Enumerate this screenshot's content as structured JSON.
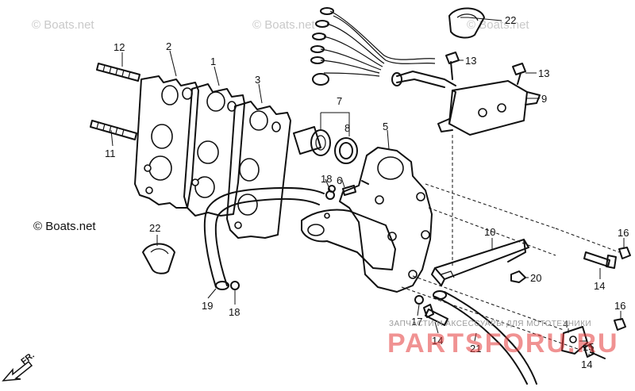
{
  "watermarks": [
    "© Boats.net",
    "© Boats.net",
    "© Boats.net"
  ],
  "copyright": "© Boats.net",
  "direction_label": "FR.",
  "shop_caption": "ЗАПЧАСТИ И АКСЕССУАРЫ ДЛЯ МОТОТЕХНИКИ",
  "shop_brand": "PARTSFORU.RU",
  "callouts": {
    "c1": "1",
    "c2": "2",
    "c3": "3",
    "c4": "4",
    "c5": "5",
    "c6": "6",
    "c7": "7",
    "c8": "8",
    "c9": "9",
    "c10": "10",
    "c11": "11",
    "c12": "12",
    "c13a": "13",
    "c13b": "13",
    "c14a": "14",
    "c14b": "14",
    "c14c": "14",
    "c15": "15",
    "c16a": "16",
    "c16b": "16",
    "c17": "17",
    "c18a": "18",
    "c18b": "18",
    "c19": "19",
    "c20": "20",
    "c21": "21",
    "c22a": "22",
    "c22b": "22"
  }
}
